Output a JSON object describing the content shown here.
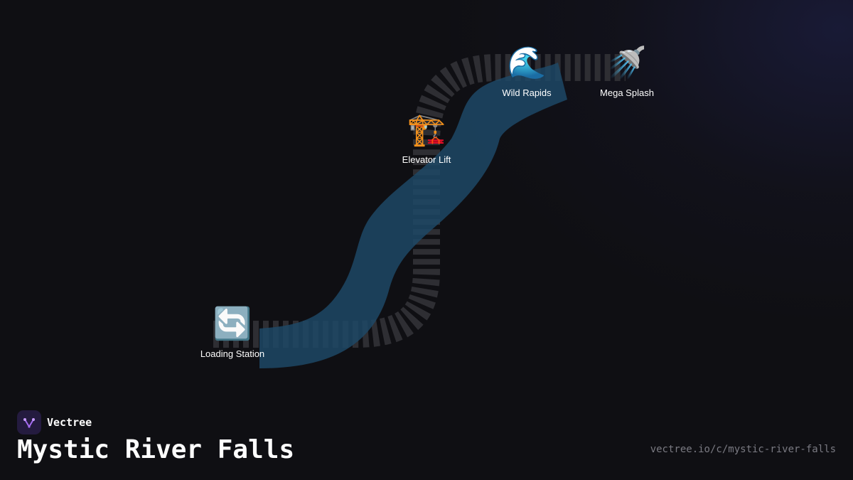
{
  "brand": {
    "name": "Vectree",
    "logo_icon": "vectree-logo-icon",
    "logo_bg": "#241b3f",
    "logo_accent": "#a46bf0"
  },
  "ride": {
    "title": "Mystic River Falls",
    "url": "vectree.io/c/mystic-river-falls",
    "stations": [
      {
        "label": "Loading Station",
        "icon": "🔄",
        "icon_name": "arrows-cycle-icon"
      },
      {
        "label": "Elevator Lift",
        "icon": "🏗️",
        "icon_name": "crane-icon"
      },
      {
        "label": "Wild Rapids",
        "icon": "🌊",
        "icon_name": "wave-icon"
      },
      {
        "label": "Mega Splash",
        "icon": "🚿",
        "icon_name": "shower-icon"
      }
    ]
  },
  "colors": {
    "background": "#0f0f13",
    "water": "#1d4866",
    "track": "#2e2e33"
  }
}
